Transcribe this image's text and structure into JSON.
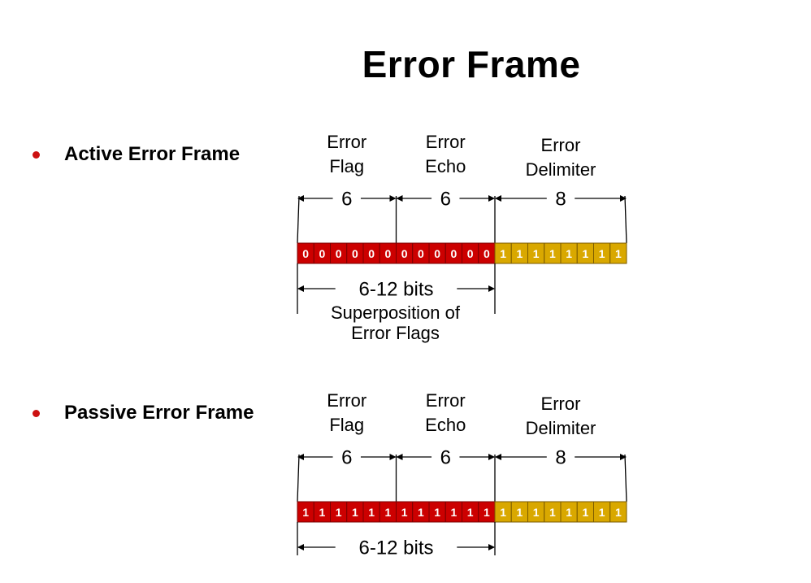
{
  "title": "Error Frame",
  "colors": {
    "flag_fill": "#cc0000",
    "flag_stroke": "#7a0000",
    "delim_fill": "#d9a800",
    "delim_stroke": "#7a5a00",
    "bullet": "#cc1111"
  },
  "sections": [
    {
      "bullet": "Active Error Frame",
      "field_labels": [
        [
          "Error",
          "Flag"
        ],
        [
          "Error",
          "Echo"
        ],
        [
          "Error",
          "Delimiter"
        ]
      ],
      "field_counts": [
        "6",
        "6",
        "8"
      ],
      "flag_bits": [
        "0",
        "0",
        "0",
        "0",
        "0",
        "0",
        "0",
        "0",
        "0",
        "0",
        "0",
        "0"
      ],
      "delim_bits": [
        "1",
        "1",
        "1",
        "1",
        "1",
        "1",
        "1",
        "1"
      ],
      "range_label": "6-12 bits",
      "note_lines": [
        "Superposition of",
        "Error Flags"
      ]
    },
    {
      "bullet": "Passive Error Frame",
      "field_labels": [
        [
          "Error",
          "Flag"
        ],
        [
          "Error",
          "Echo"
        ],
        [
          "Error",
          "Delimiter"
        ]
      ],
      "field_counts": [
        "6",
        "6",
        "8"
      ],
      "flag_bits": [
        "1",
        "1",
        "1",
        "1",
        "1",
        "1",
        "1",
        "1",
        "1",
        "1",
        "1",
        "1"
      ],
      "delim_bits": [
        "1",
        "1",
        "1",
        "1",
        "1",
        "1",
        "1",
        "1"
      ],
      "range_label": "6-12 bits",
      "note_lines": []
    }
  ]
}
